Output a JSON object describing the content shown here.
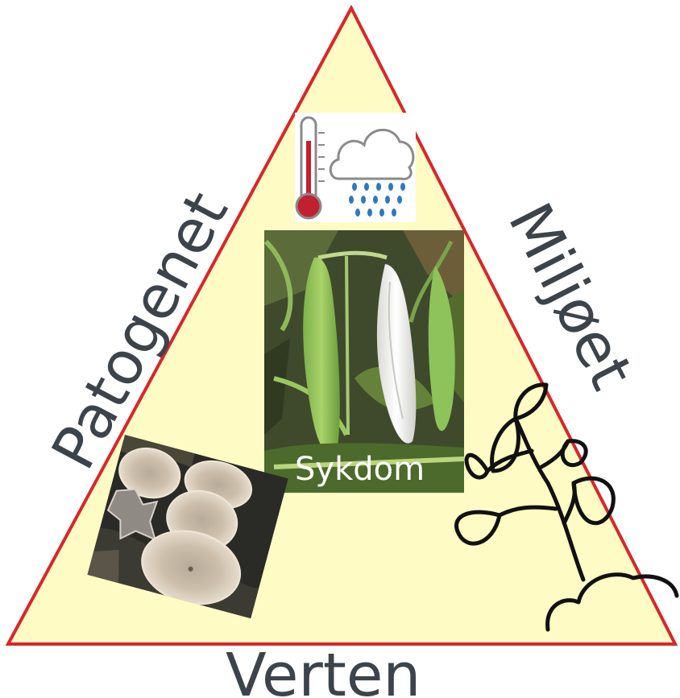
{
  "triangle": {
    "fill_color": "#fffbc4",
    "stroke_color": "#d9262a"
  },
  "labels": {
    "pathogen": "Patogenet",
    "environment": "Miljøet",
    "host": "Verten",
    "disease": "Sykdom"
  },
  "icons": {
    "thermometer": "thermometer-icon",
    "rain_cloud": "rain-cloud-icon",
    "plant": "plant-seedling-icon"
  },
  "photos": {
    "disease": "diseased-bean-pod-photo",
    "pathogen": "fungus-apothecia-photo"
  }
}
